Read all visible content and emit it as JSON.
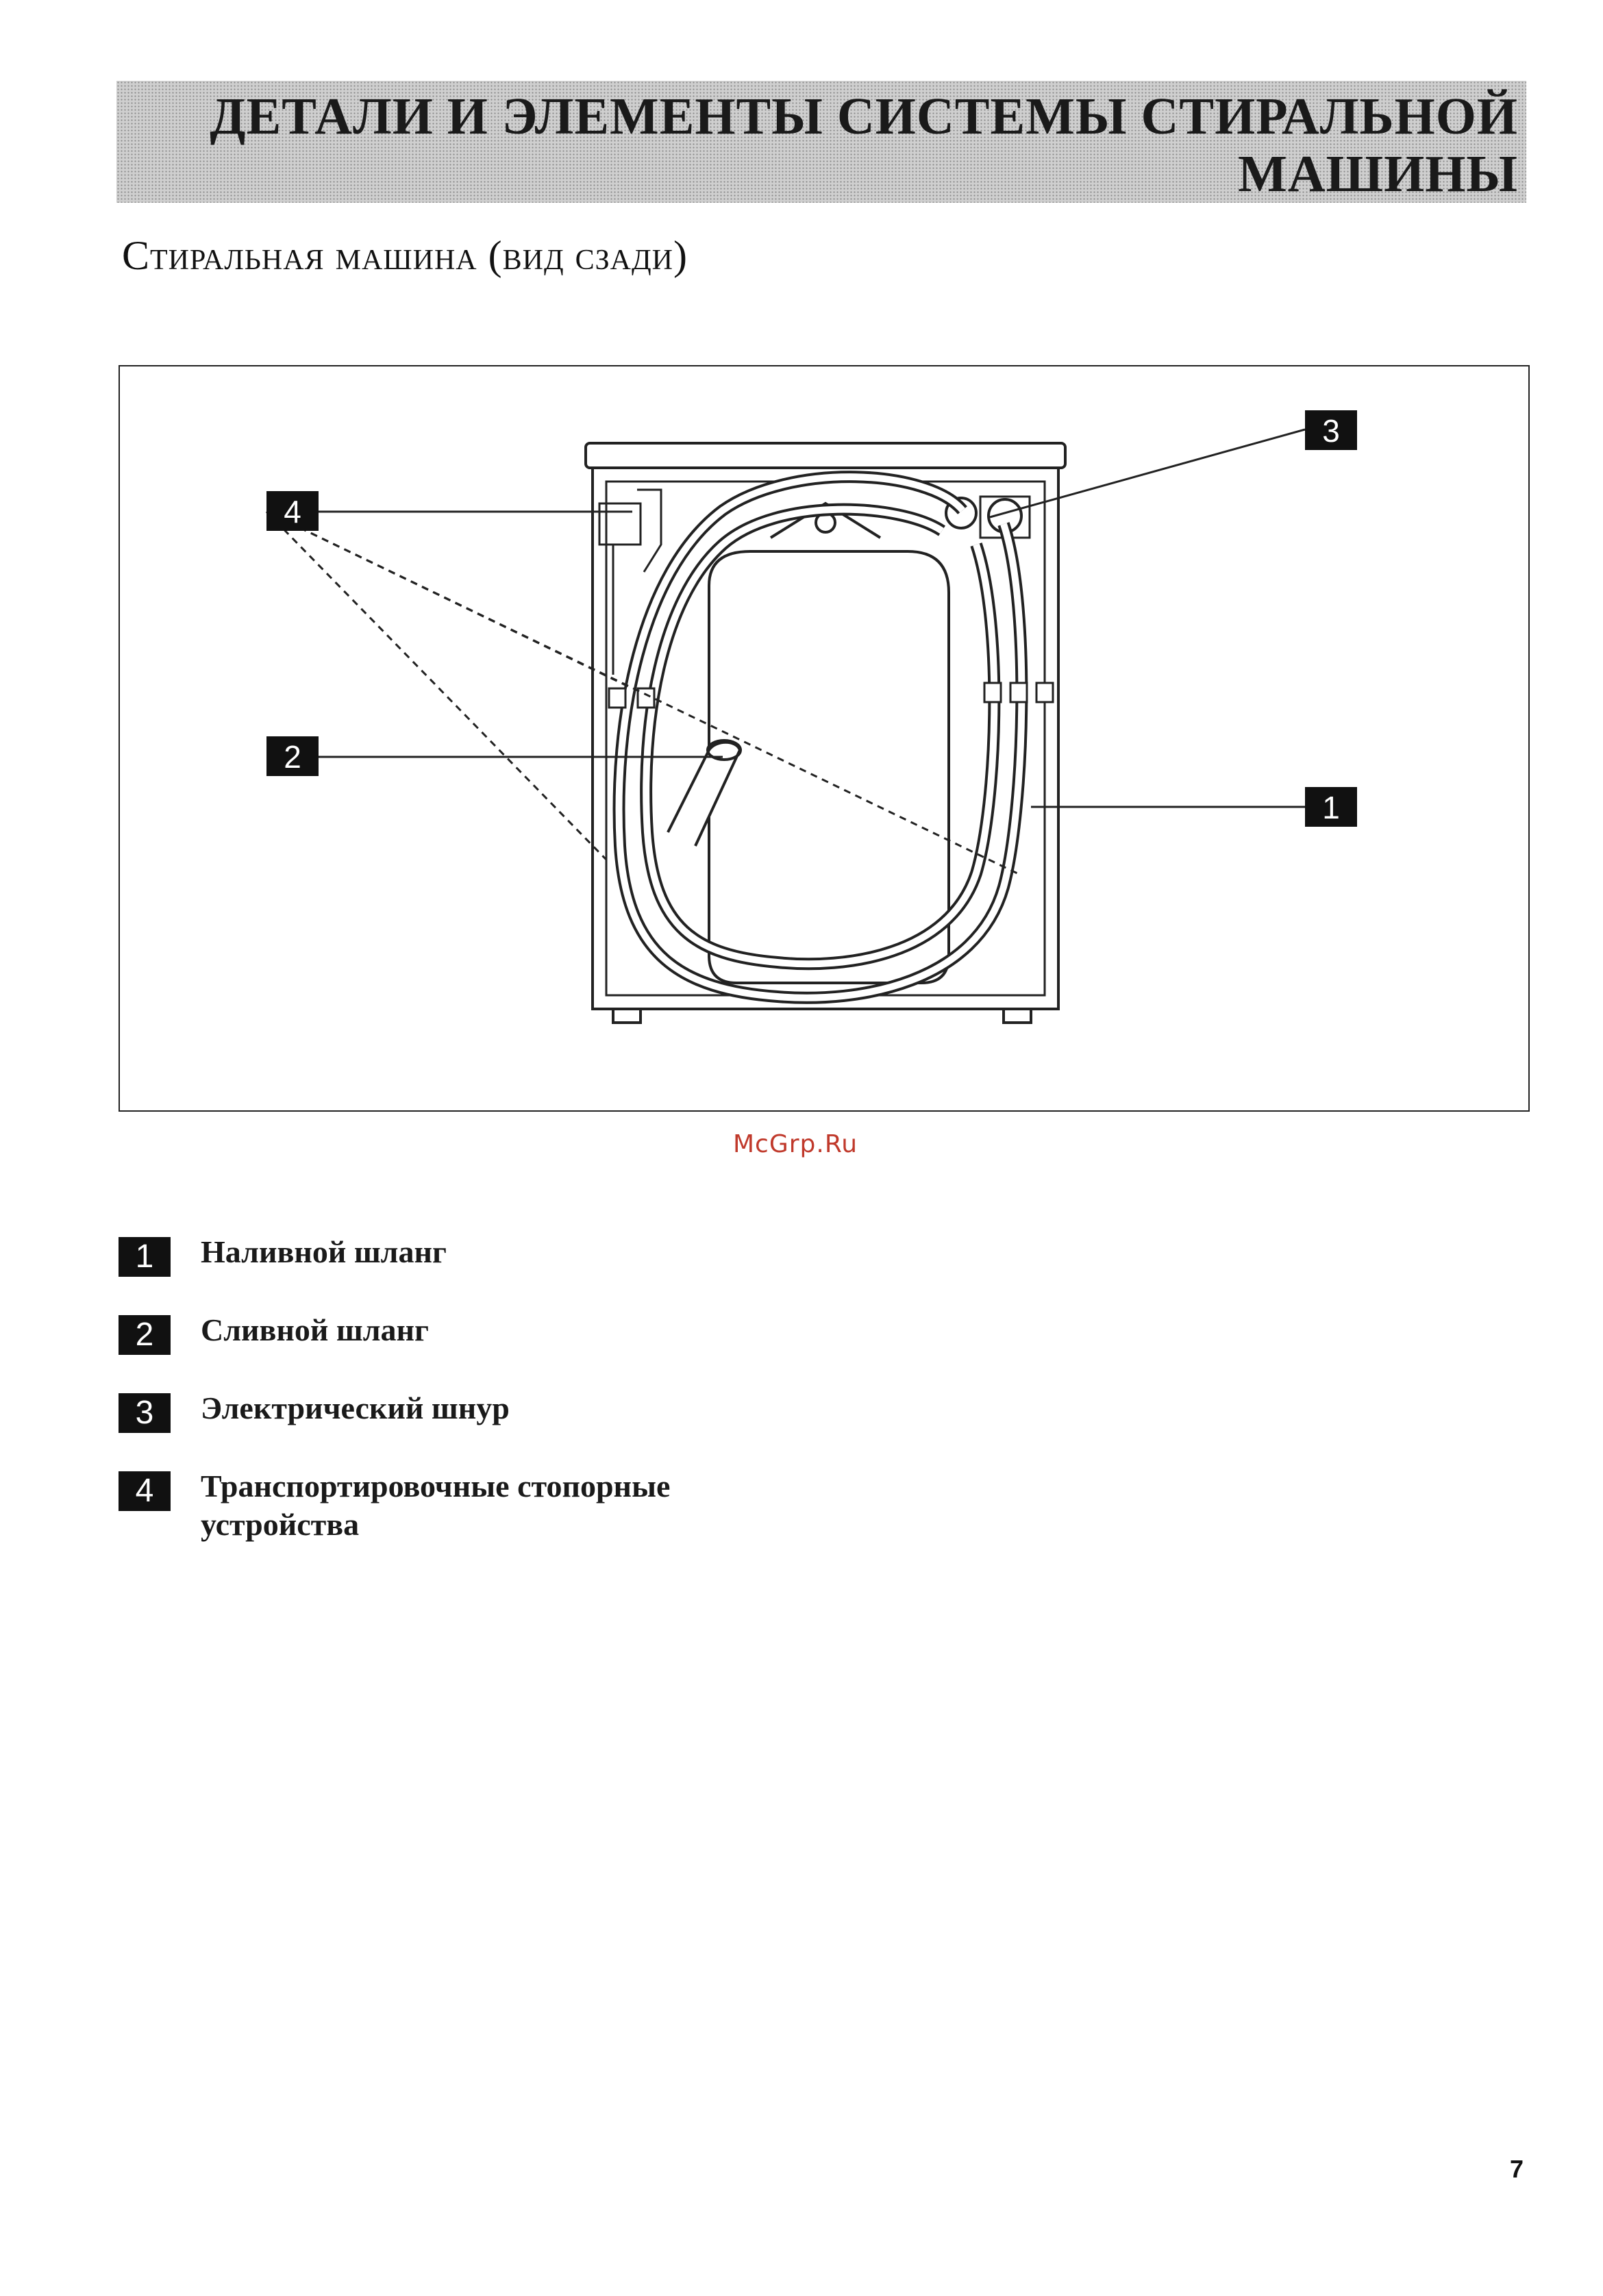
{
  "header": {
    "title_line1": "Детали и элементы системы стиральной",
    "title_line2": "машины",
    "subtitle": "Стиральная машина (вид сзади)"
  },
  "figure": {
    "callouts": [
      "1",
      "2",
      "3",
      "4"
    ]
  },
  "watermark": "McGrp.Ru",
  "legend": [
    {
      "number": "1",
      "text": "Наливной шланг"
    },
    {
      "number": "2",
      "text": "Сливной шланг"
    },
    {
      "number": "3",
      "text": "Электрический шнур"
    },
    {
      "number": "4",
      "text": "Транспортировочные стопорные устройства"
    }
  ],
  "page_number": "7"
}
